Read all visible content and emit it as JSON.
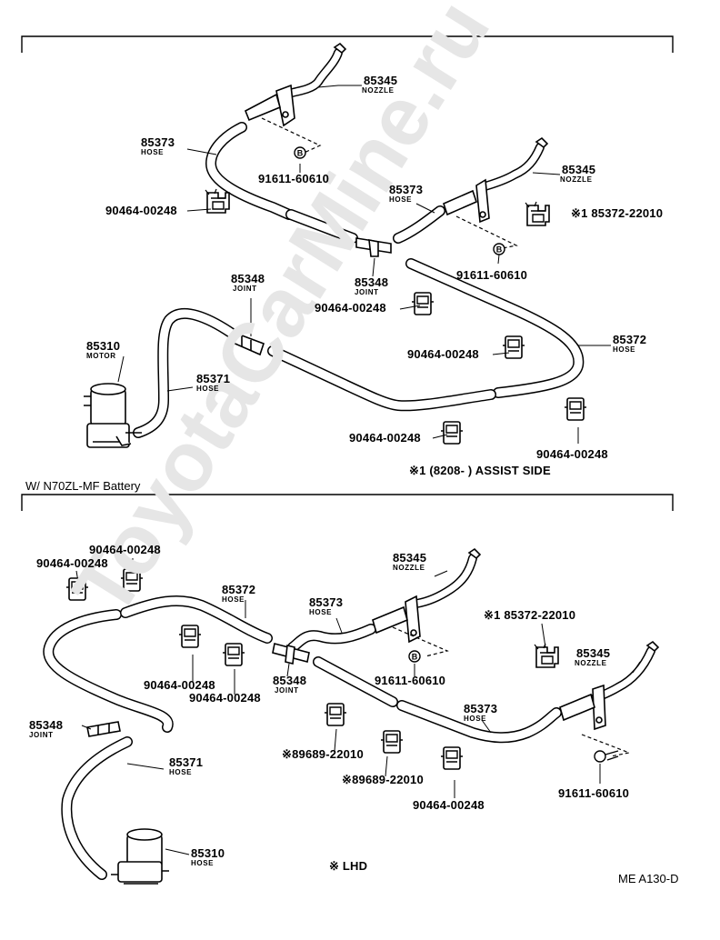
{
  "top_section": {
    "caption": "※1 (8208-        ) ASSIST SIDE",
    "labels": {
      "p85345a": "85345",
      "p85345a_sub": "NOZZLE",
      "p85373a": "85373",
      "p85373a_sub": "HOSE",
      "p91611a": "91611-60610",
      "p85345b": "85345",
      "p85345b_sub": "NOZZLE",
      "p85373b": "85373",
      "p85373b_sub": "HOSE",
      "p85372b": "※1  85372-22010",
      "p90464a": "90464-00248",
      "p85348a": "85348",
      "p85348a_sub": "JOINT",
      "p85348b": "85348",
      "p85348b_sub": "JOINT",
      "p91611b": "91611-60610",
      "p90464b": "90464-00248",
      "p85372a": "85372",
      "p85372a_sub": "HOSE",
      "p85310": "85310",
      "p85310_sub": "MOTOR",
      "p90464c": "90464-00248",
      "p85371": "85371",
      "p85371_sub": "HOSE",
      "p90464d": "90464-00248",
      "p90464e": "90464-00248"
    }
  },
  "bottom_section": {
    "heading": "W/ N70ZL-MF Battery",
    "lhd_note": "※ LHD",
    "code": "ME A130-D",
    "labels": {
      "q90464a": "90464-00248",
      "q90464b": "90464-00248",
      "q85345a": "85345",
      "q85345a_sub": "NOZZLE",
      "q85372": "85372",
      "q85372_sub": "HOSE",
      "q85373a": "85373",
      "q85373a_sub": "HOSE",
      "q85372r": "※1  85372-22010",
      "q85345b": "85345",
      "q85345b_sub": "NOZZLE",
      "q90464c": "90464-00248",
      "q90464d": "90464-00248",
      "q85348a": "85348",
      "q85348a_sub": "JOINT",
      "q91611a": "91611-60610",
      "q85373b": "85373",
      "q85373b_sub": "HOSE",
      "q85348b": "85348",
      "q85348b_sub": "JOINT",
      "q85371": "85371",
      "q85371_sub": "HOSE",
      "q89689a": "※89689-22010",
      "q89689b": "※89689-22010",
      "q90464e": "90464-00248",
      "q91611b": "91611-60610",
      "q85310": "85310",
      "q85310_sub": "HOSE"
    }
  },
  "watermark": "ToyotaCarMine.ru",
  "bolt_marker": "B"
}
